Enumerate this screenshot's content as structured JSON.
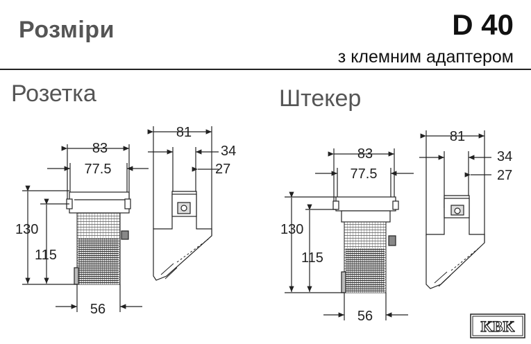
{
  "header": {
    "title": "Розміри",
    "model": "D 40",
    "subtitle": "з клемним адаптером"
  },
  "sections": {
    "socket": {
      "label": "Розетка",
      "dims": {
        "w83": "83",
        "w775": "77.5",
        "w56": "56",
        "h130": "130",
        "h115": "115",
        "s81": "81",
        "s34": "34",
        "s27": "27"
      }
    },
    "plug": {
      "label": "Штекер",
      "dims": {
        "w83": "83",
        "w775": "77.5",
        "w56": "56",
        "h130": "130",
        "h115": "115",
        "s81": "81",
        "s34": "34",
        "s27": "27"
      }
    }
  },
  "logo": {
    "text": "KBK"
  }
}
